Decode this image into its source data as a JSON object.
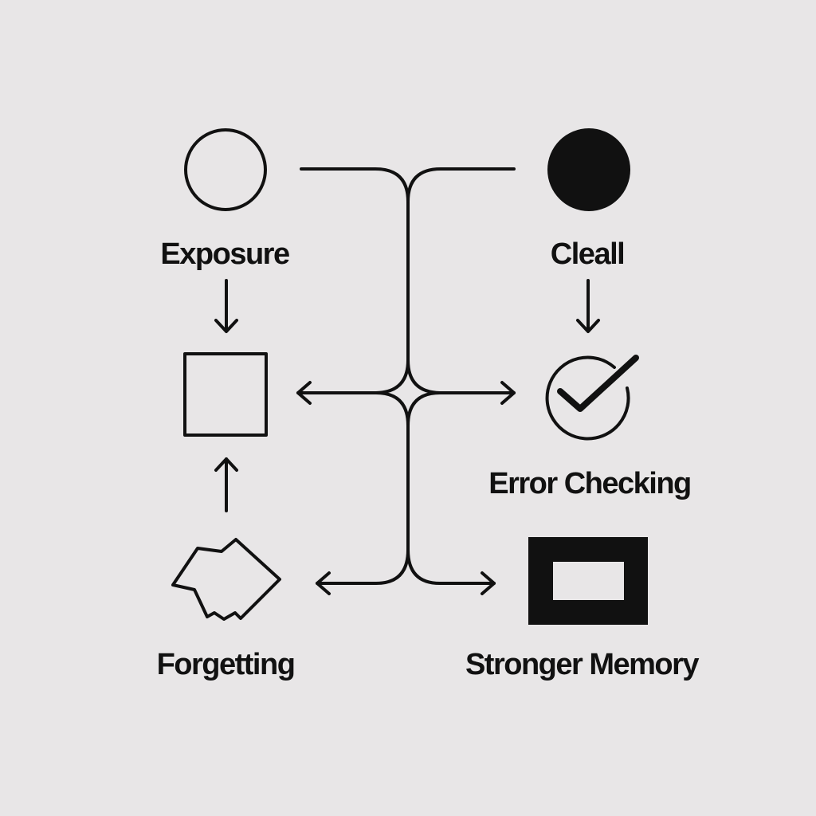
{
  "diagram": {
    "nodes": [
      {
        "id": "exposure",
        "label": "Exposure",
        "icon": "hollow-circle-icon"
      },
      {
        "id": "cleall",
        "label": "Cleall",
        "icon": "filled-circle-icon"
      },
      {
        "id": "encoding",
        "label": "",
        "icon": "hollow-square-icon"
      },
      {
        "id": "error_checking",
        "label": "Error Checking",
        "icon": "checkmark-circle-icon"
      },
      {
        "id": "forgetting",
        "label": "Forgetting",
        "icon": "broken-shape-icon"
      },
      {
        "id": "stronger_memory",
        "label": "Stronger Memory",
        "icon": "framed-rectangle-icon"
      }
    ],
    "colors": {
      "background": "#e8e6e7",
      "ink": "#111111"
    }
  }
}
